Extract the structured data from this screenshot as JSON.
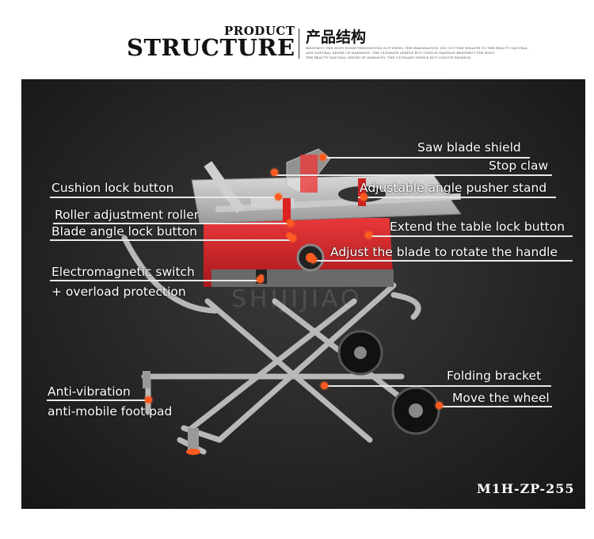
{
  "header": {
    "product": "PRODUCT",
    "structure": "STRUCTURE",
    "chinese_title": "产品结构",
    "fine_print": [
      "BRINGBUY THE BODY EVERYTHINGROUND NOT EXPEL THE IMAGINATION, DIG OUT THE WEALTH TO THE BEAUTY NATURAL",
      "ASH NATURAL SENSE OF HARMONY. THE ULTIMATE SIMPLE BUT UNIQUE FASHION BRINGBUY THE BODY",
      "THE BEAUTY NATURAL SENSE OF HARMONY, THE ULTIMATE SIMPLE BUT UNIQUE FASHION"
    ]
  },
  "labels": {
    "saw_blade_shield": "Saw blade shield",
    "stop_claw": "Stop claw",
    "cushion_lock_button": "Cushion lock button",
    "adjustable_angle_pusher_stand": "Adjustable angle pusher stand",
    "roller_adjustment_roller": "Roller adjustment roller",
    "blade_angle_lock_button": "Blade angle lock button",
    "extend_table_lock_button": "Extend the table lock button",
    "adjust_blade_rotate_handle": "Adjust the blade to rotate the handle",
    "electromagnetic_switch": "Electromagnetic switch",
    "overload_protection": "+ overload protection",
    "folding_bracket": "Folding bracket",
    "move_the_wheel": "Move the wheel",
    "anti_vibration": "Anti-vibration",
    "anti_mobile_foot_pad": "anti-mobile foot pad"
  },
  "model": "M1H-ZP-255",
  "watermark": "SHIJIJIAO",
  "colors": {
    "accent": "#ff5a1f",
    "machine_red": "#d8262a",
    "panel_dark": "#262626"
  }
}
